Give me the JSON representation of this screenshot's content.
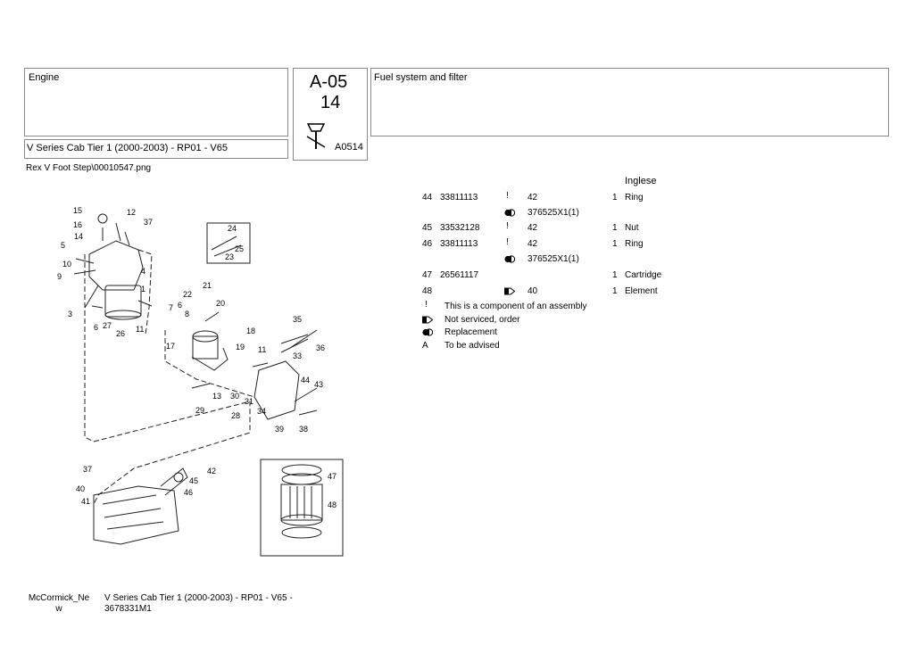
{
  "header": {
    "group": "Engine",
    "model": "V Series Cab Tier 1 (2000-2003) - RP01 - V65",
    "code_top": "A-05",
    "code_num": "14",
    "code_ref": "A0514",
    "section_title": "Fuel system and filter"
  },
  "image_path": "Rex V Foot Step\\00010547.png",
  "language": "Inglese",
  "parts": [
    {
      "pos": "44",
      "part": "33811113",
      "flag": "!",
      "qty_ref": "42",
      "qty": "1",
      "desc": "Ring"
    },
    {
      "pos": "",
      "part": "",
      "flag": "replacement",
      "qty_ref": "376525X1(1)",
      "qty": "",
      "desc": ""
    },
    {
      "pos": "45",
      "part": "33532128",
      "flag": "!",
      "qty_ref": "42",
      "qty": "1",
      "desc": "Nut"
    },
    {
      "pos": "46",
      "part": "33811113",
      "flag": "!",
      "qty_ref": "42",
      "qty": "1",
      "desc": "Ring"
    },
    {
      "pos": "",
      "part": "",
      "flag": "replacement",
      "qty_ref": "376525X1(1)",
      "qty": "",
      "desc": ""
    },
    {
      "pos": "47",
      "part": "26561117",
      "flag": "",
      "qty_ref": "",
      "qty": "1",
      "desc": "Cartridge"
    },
    {
      "pos": "48",
      "part": "",
      "flag": "not-serviced",
      "qty_ref": "40",
      "qty": "1",
      "desc": "Element"
    }
  ],
  "legend": [
    {
      "symbol": "!",
      "text": "This is a component of an assembly"
    },
    {
      "symbol": "not-serviced-icon",
      "text": "Not serviced, order"
    },
    {
      "symbol": "replacement-icon",
      "text": "Replacement"
    },
    {
      "symbol": "A",
      "text": "To be advised"
    }
  ],
  "diagram_labels": [
    "15",
    "12",
    "16",
    "37",
    "14",
    "5",
    "24",
    "25",
    "23",
    "10",
    "4",
    "9",
    "21",
    "1",
    "22",
    "20",
    "7",
    "6",
    "8",
    "3",
    "27",
    "26",
    "11",
    "6",
    "35",
    "18",
    "17",
    "19",
    "11",
    "36",
    "33",
    "44",
    "43",
    "13",
    "30",
    "31",
    "29",
    "28",
    "34",
    "39",
    "38",
    "37",
    "42",
    "45",
    "40",
    "46",
    "41",
    "47",
    "48"
  ],
  "footer": {
    "brand": "McCormick_Ne\nw",
    "model_line1": "V Series Cab Tier 1 (2000-2003) - RP01 - V65 -",
    "model_line2": "3678331M1"
  }
}
